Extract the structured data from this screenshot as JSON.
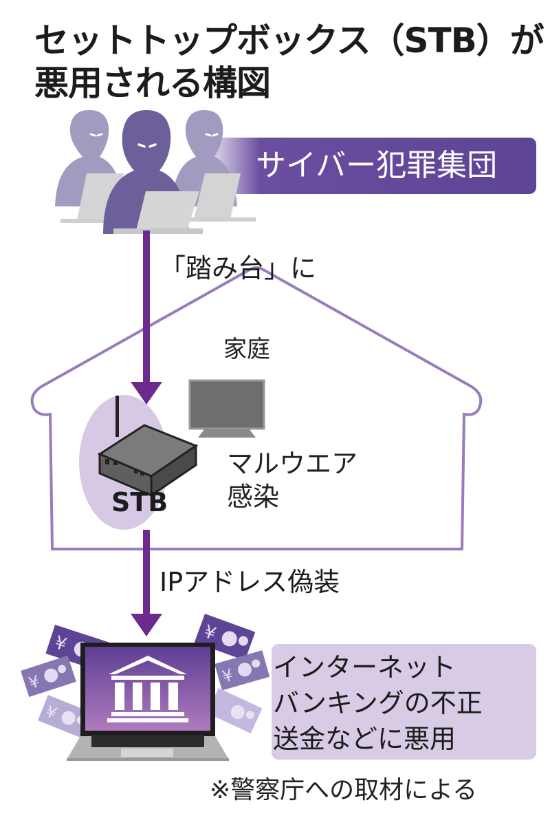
{
  "title": {
    "line1": "セットトップボックス（STB）が",
    "line2": "悪用される構図"
  },
  "actors": {
    "criminal_group": "サイバー犯罪集団",
    "home": "家庭",
    "device": "STB"
  },
  "steps": {
    "stepping_stone": "「踏み台」に",
    "malware_line1": "マルウエア",
    "malware_line2": "感染",
    "ip_spoof": "IPアドレス偽装"
  },
  "outcome": {
    "line1": "インターネット",
    "line2": "バンキングの不正",
    "line3": "送金などに悪用"
  },
  "source_note": "※警察庁への取材による",
  "colors": {
    "arrow": "#6b2a8c",
    "banner": "#5e4494",
    "house_outline": "#9a7cbc",
    "stb_circle": "#d7c9e6",
    "outcome_box": "#d8cbe5"
  }
}
